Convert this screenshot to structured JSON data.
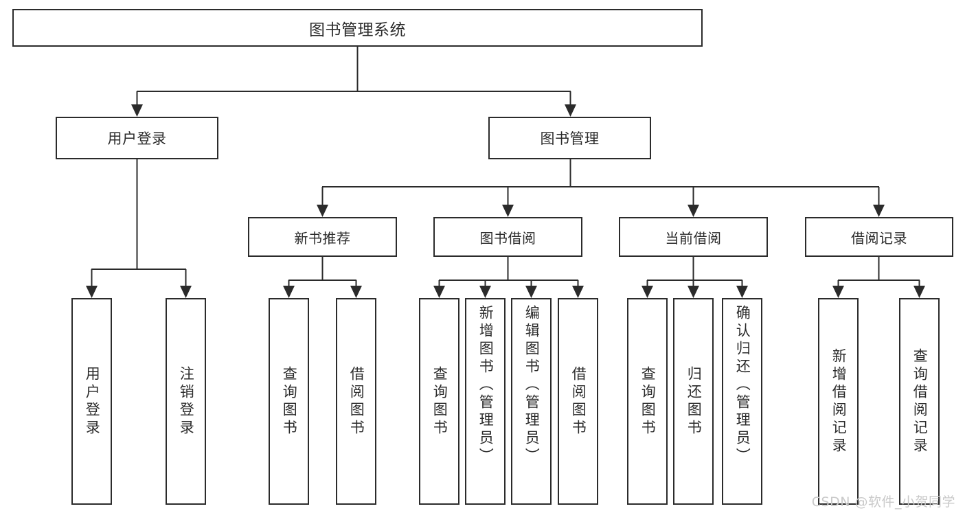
{
  "diagram": {
    "title": "图书管理系统",
    "type": "hierarchy-tree",
    "colors": {
      "box_border": "#2b2b2b",
      "box_fill": "#ffffff",
      "connector": "#2b2b2b",
      "watermark": "#c9c9c9",
      "background": "#ffffff"
    },
    "root": {
      "id": "root",
      "label": "图书管理系统"
    },
    "level2": [
      {
        "id": "user-login",
        "label": "用户登录"
      },
      {
        "id": "book-admin",
        "label": "图书管理"
      }
    ],
    "level3": [
      {
        "id": "new-book-rec",
        "label": "新书推荐"
      },
      {
        "id": "book-borrow",
        "label": "图书借阅"
      },
      {
        "id": "current-borrow",
        "label": "当前借阅"
      },
      {
        "id": "borrow-record",
        "label": "借阅记录"
      }
    ],
    "leaves": [
      {
        "id": "leaf-user-login",
        "label": "用户登录",
        "parent": "user-login"
      },
      {
        "id": "leaf-user-logout",
        "label": "注销登录",
        "parent": "user-login"
      },
      {
        "id": "leaf-rec-query",
        "label": "查询图书",
        "parent": "new-book-rec"
      },
      {
        "id": "leaf-rec-borrow",
        "label": "借阅图书",
        "parent": "new-book-rec"
      },
      {
        "id": "leaf-borrow-query",
        "label": "查询图书",
        "parent": "book-borrow"
      },
      {
        "id": "leaf-borrow-add",
        "label": "新增图书（管理员）",
        "parent": "book-borrow"
      },
      {
        "id": "leaf-borrow-edit",
        "label": "编辑图书（管理员）",
        "parent": "book-borrow"
      },
      {
        "id": "leaf-borrow-lend",
        "label": "借阅图书",
        "parent": "book-borrow"
      },
      {
        "id": "leaf-current-query",
        "label": "查询图书",
        "parent": "current-borrow"
      },
      {
        "id": "leaf-current-return",
        "label": "归还图书",
        "parent": "current-borrow"
      },
      {
        "id": "leaf-current-confirm",
        "label": "确认归还（管理员）",
        "parent": "current-borrow"
      },
      {
        "id": "leaf-record-add",
        "label": "新增借阅记录",
        "parent": "borrow-record"
      },
      {
        "id": "leaf-record-query",
        "label": "查询借阅记录",
        "parent": "borrow-record"
      }
    ],
    "watermark": "CSDN @软件_小贺同学"
  }
}
